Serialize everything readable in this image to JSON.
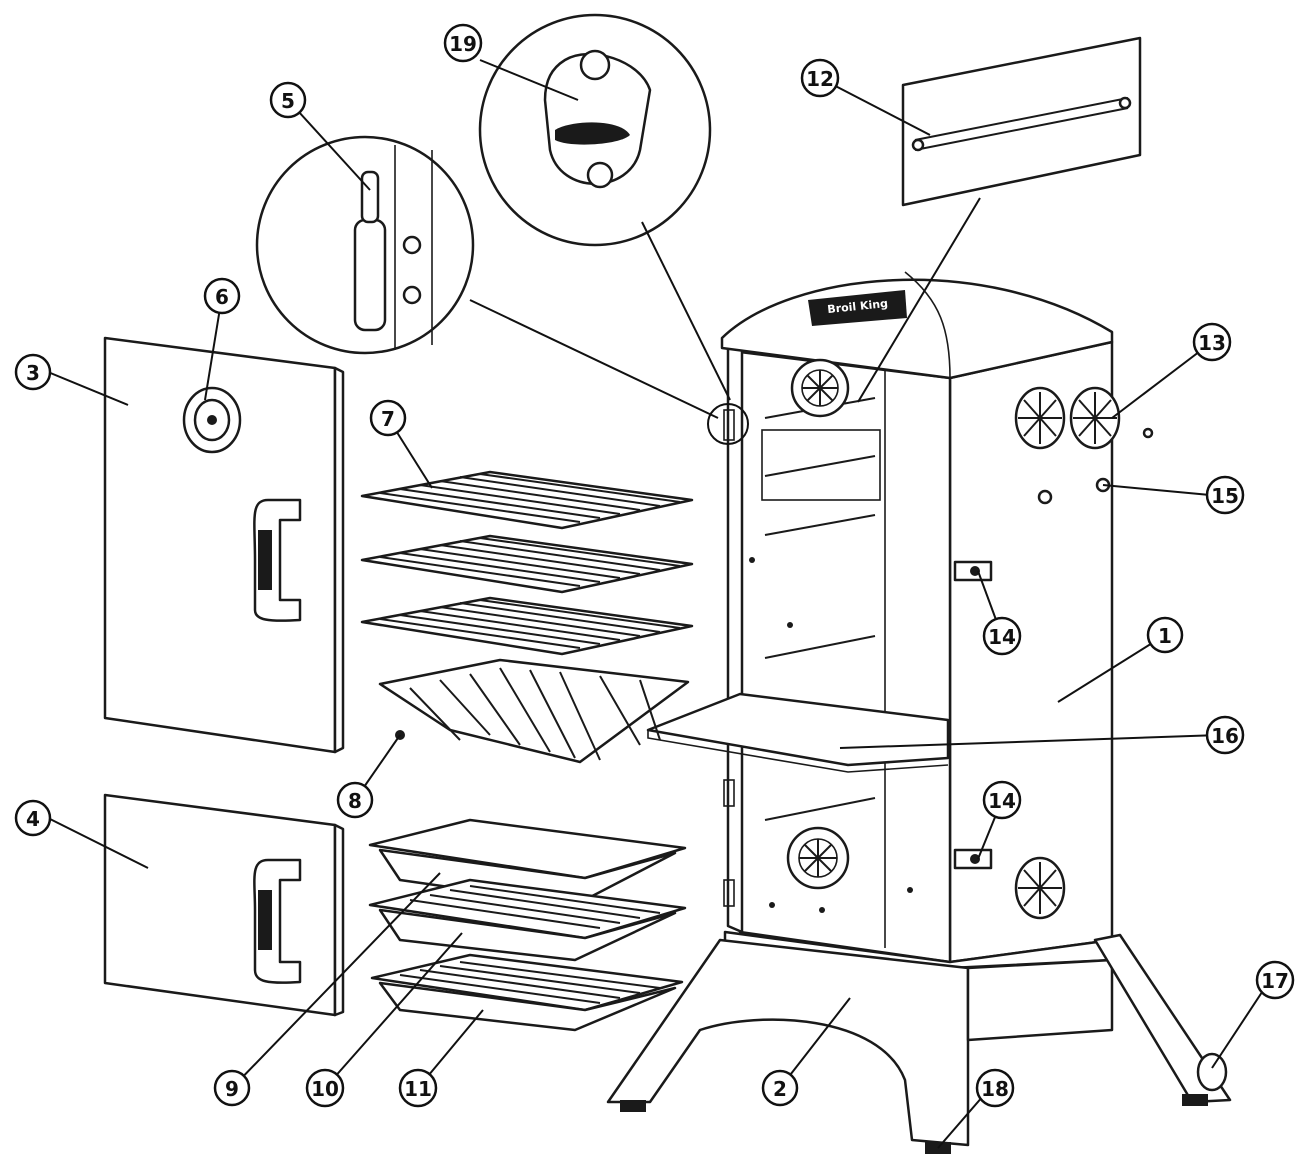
{
  "labels": [
    "1",
    "2",
    "3",
    "4",
    "5",
    "6",
    "7",
    "8",
    "9",
    "10",
    "11",
    "12",
    "13",
    "14",
    "15",
    "16",
    "17",
    "18",
    "19"
  ],
  "logo_text": "Broil King"
}
